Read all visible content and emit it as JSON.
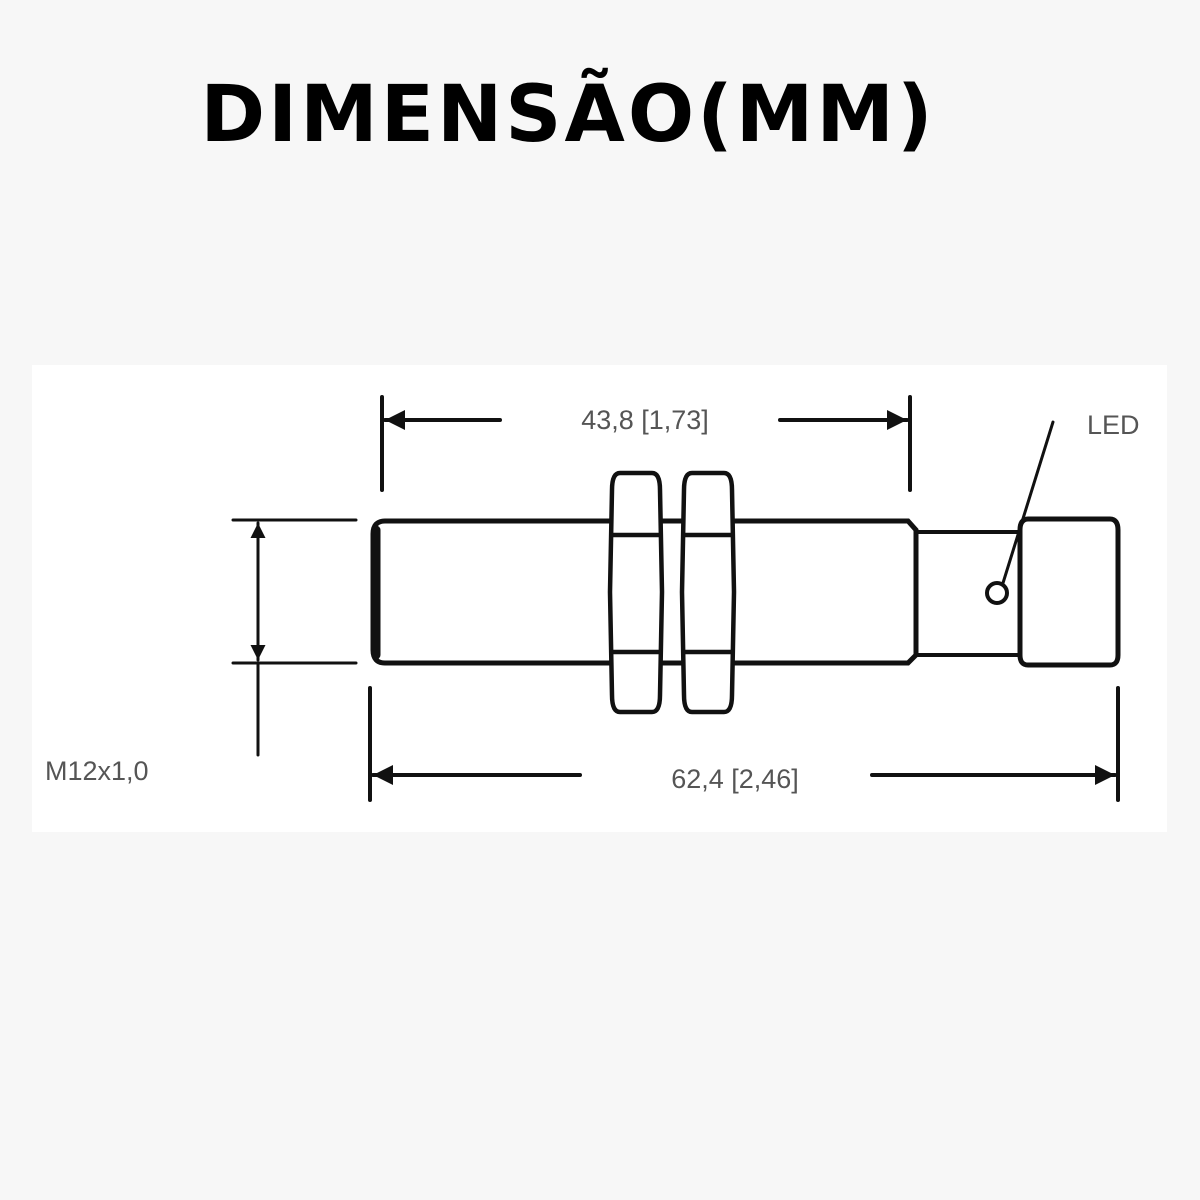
{
  "title": "DIMENSÃO(MM)",
  "drawing": {
    "dimension_top": "43,8 [1,73]",
    "dimension_bottom": "62,4 [2,46]",
    "thread_label": "M12x1,0",
    "led_label": "LED"
  }
}
